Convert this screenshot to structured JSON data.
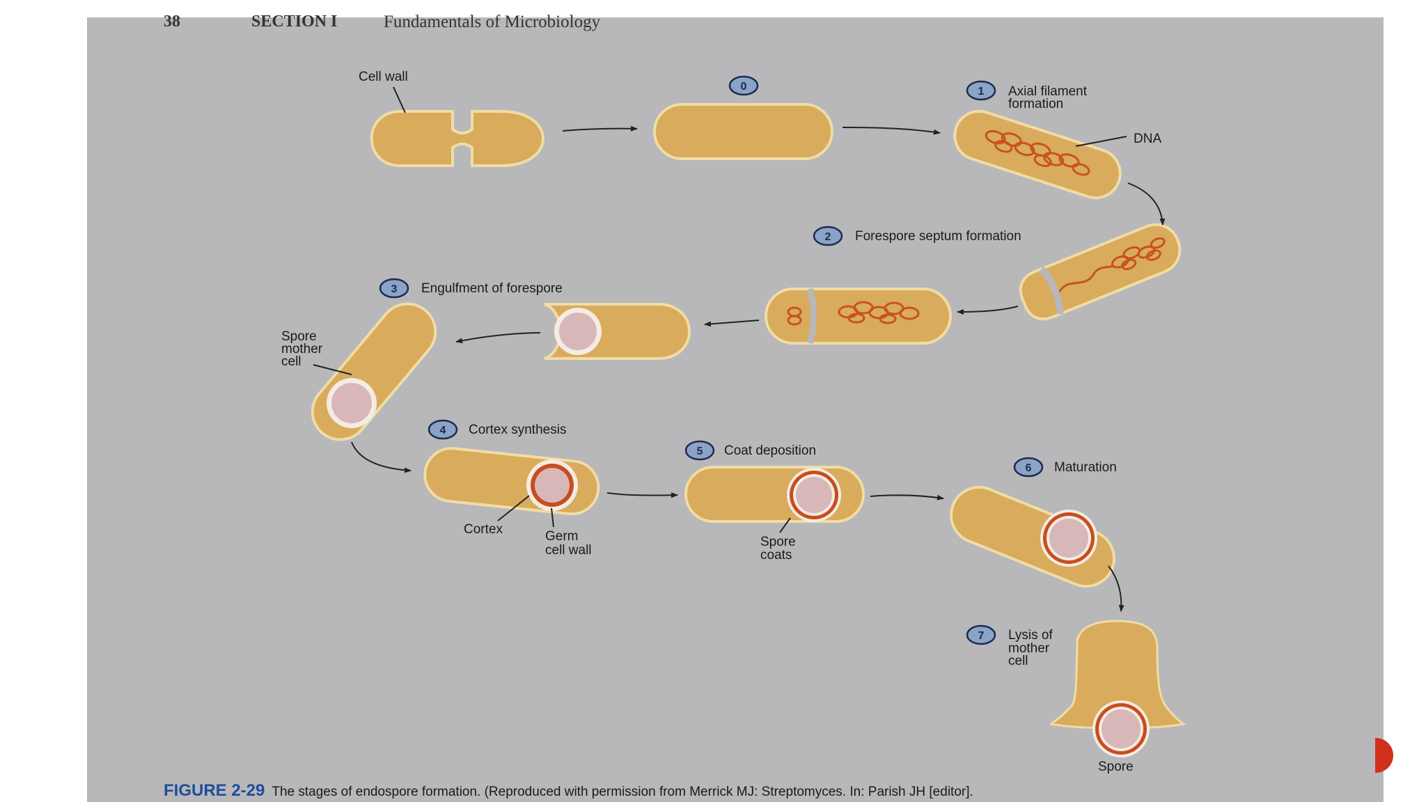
{
  "header": {
    "page_number": "38",
    "section": "SECTION I",
    "section_title": "Fundamentals of Microbiology"
  },
  "labels": {
    "cell_wall": "Cell wall",
    "axial_filament_1": "Axial filament",
    "axial_filament_2": "formation",
    "dna": "DNA",
    "forespore_septum": "Forespore septum formation",
    "engulfment": "Engulfment of forespore",
    "spore_mother_1": "Spore",
    "spore_mother_2": "mother",
    "spore_mother_3": "cell",
    "cortex_synthesis": "Cortex synthesis",
    "cortex": "Cortex",
    "germ_cell_wall_1": "Germ",
    "germ_cell_wall_2": "cell wall",
    "coat_deposition": "Coat deposition",
    "spore_coats_1": "Spore",
    "spore_coats_2": "coats",
    "maturation": "Maturation",
    "lysis_1": "Lysis of",
    "lysis_2": "mother",
    "lysis_3": "cell",
    "spore": "Spore"
  },
  "steps": [
    "0",
    "1",
    "2",
    "3",
    "4",
    "5",
    "6",
    "7"
  ],
  "caption": {
    "figure": "FIGURE 2-29",
    "text": "The stages of endospore formation. (Reproduced with permission from Merrick MJ: Streptomyces. In: Parish JH [editor]."
  },
  "colors": {
    "page": "#b8b8ba",
    "cell_fill": "#d9ab5c",
    "cell_edge": "#f0dca6",
    "dna": "#c8521e",
    "spore_core": "#d8b7b8",
    "cortex": "#c84d1f",
    "step_badge": "#8aa3c7"
  }
}
